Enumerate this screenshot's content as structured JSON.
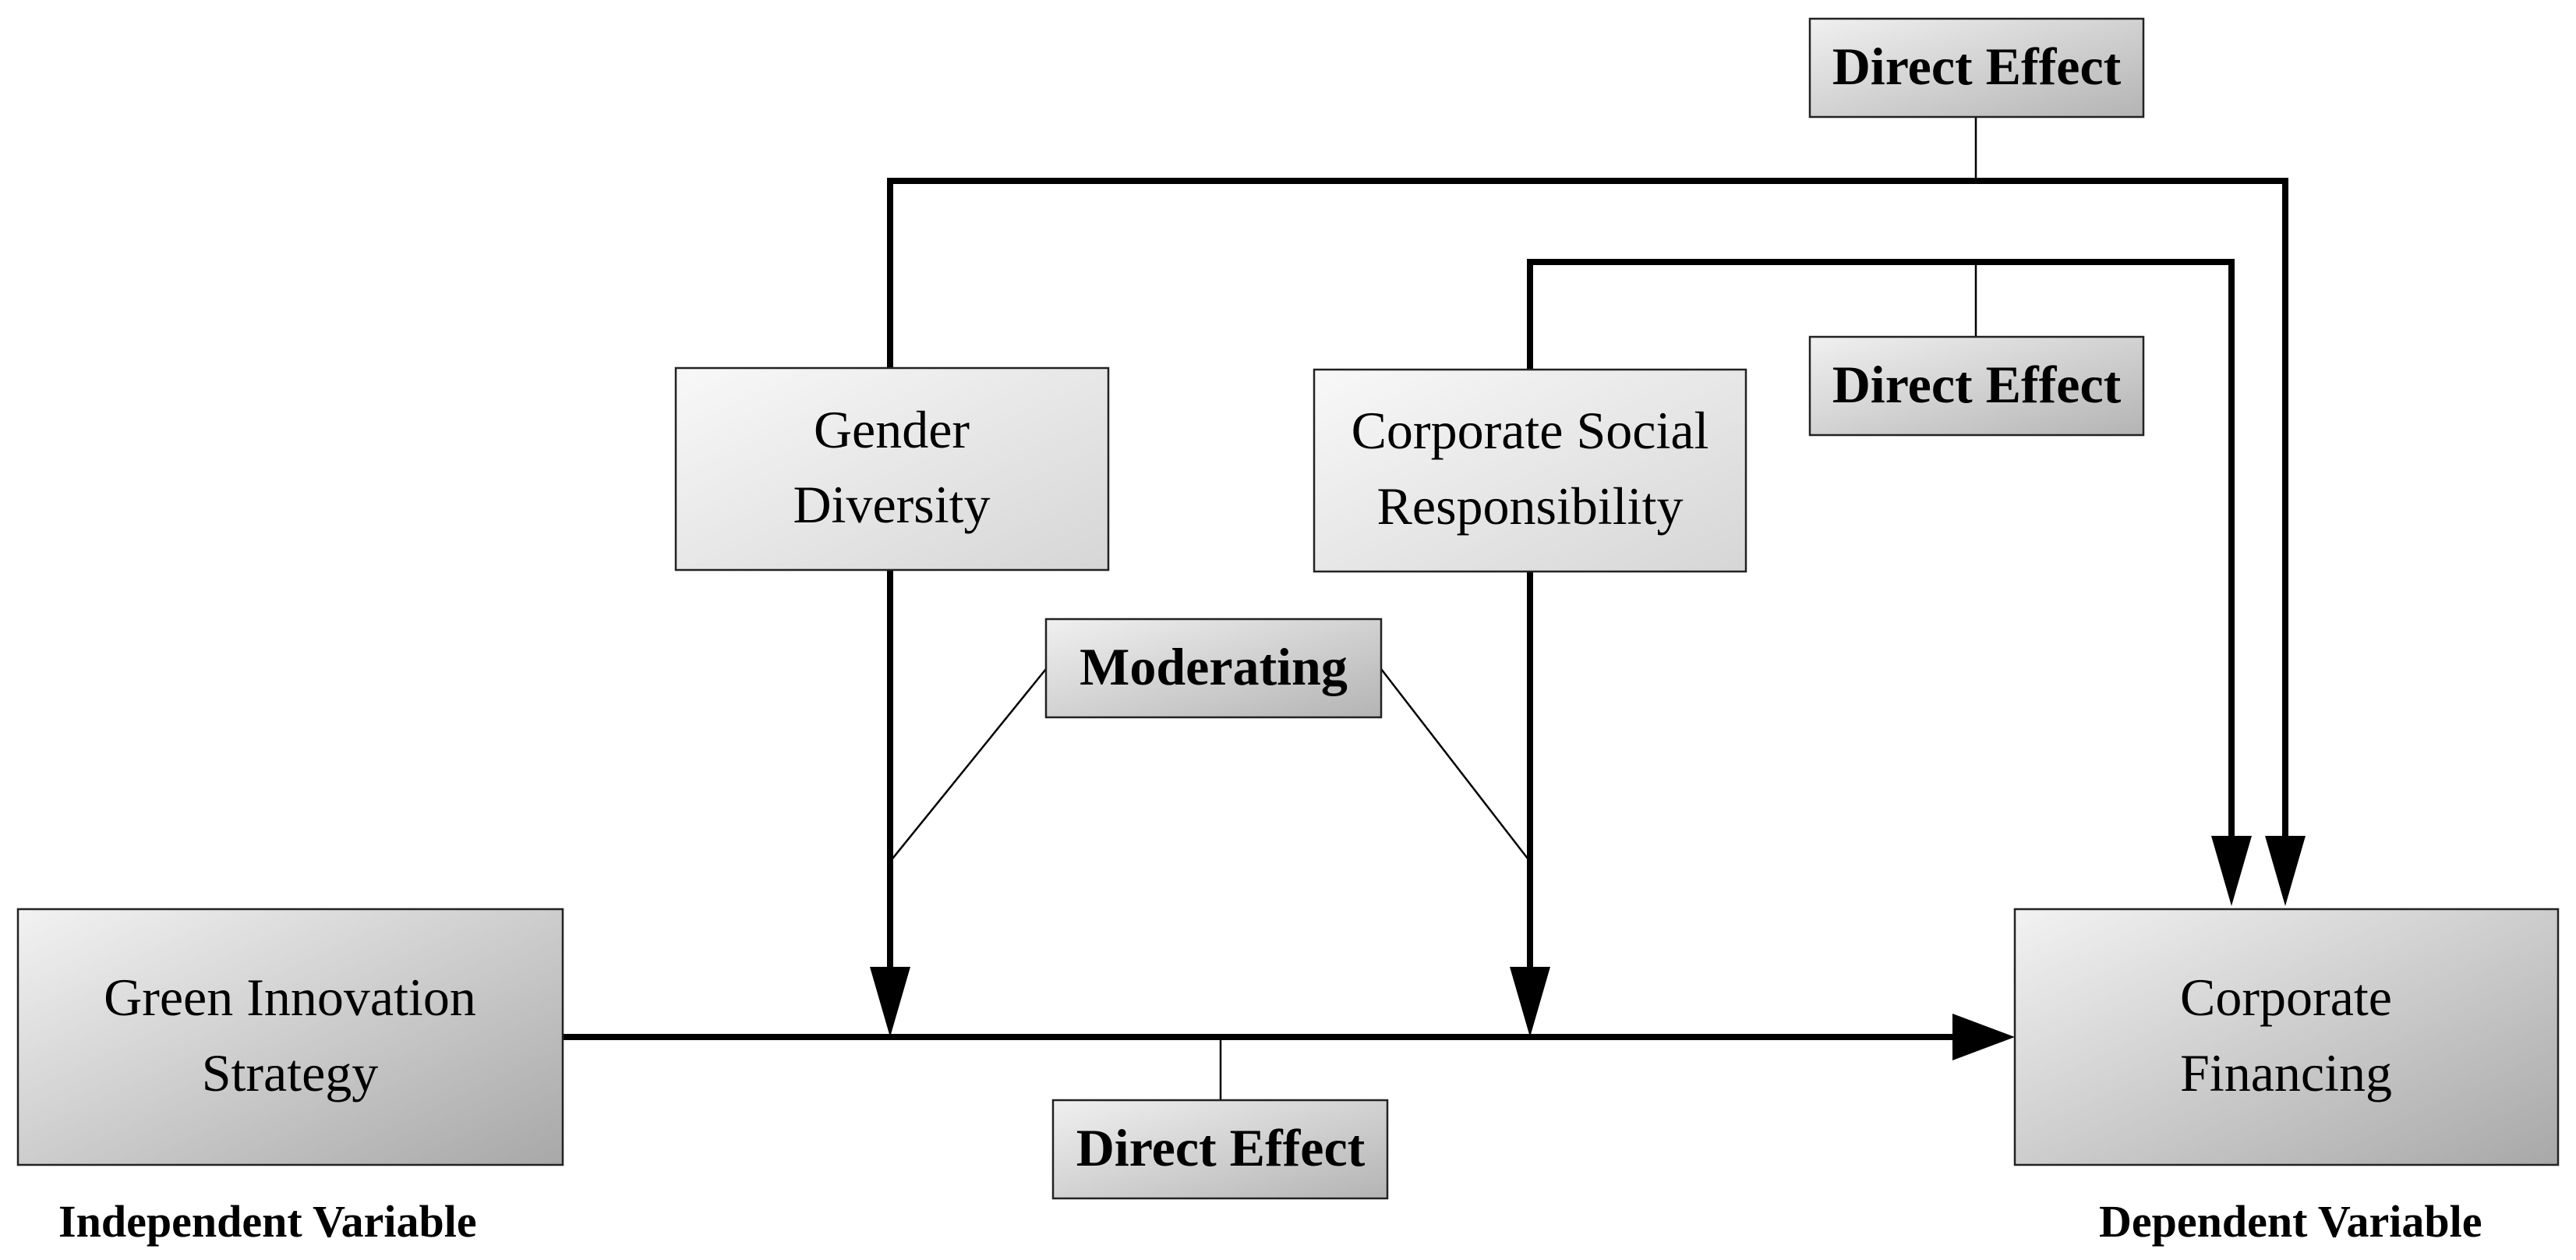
{
  "nodes": {
    "independent": {
      "line1": "Green Innovation",
      "line2": "Strategy",
      "role": "Independent Variable"
    },
    "dependent": {
      "line1": "Corporate",
      "line2": "Financing",
      "role": "Dependent Variable"
    },
    "moderator_gender": {
      "line1": "Gender",
      "line2": "Diversity"
    },
    "moderator_csr": {
      "line1": "Corporate Social",
      "line2": "Responsibility"
    }
  },
  "labels": {
    "direct_effect_top": "Direct Effect",
    "direct_effect_mid": "Direct Effect",
    "direct_effect_bottom": "Direct Effect",
    "moderating": "Moderating"
  },
  "colors": {
    "box_light": "#f4f4f4",
    "box_dark": "#bdbdbd",
    "line": "#000000"
  }
}
